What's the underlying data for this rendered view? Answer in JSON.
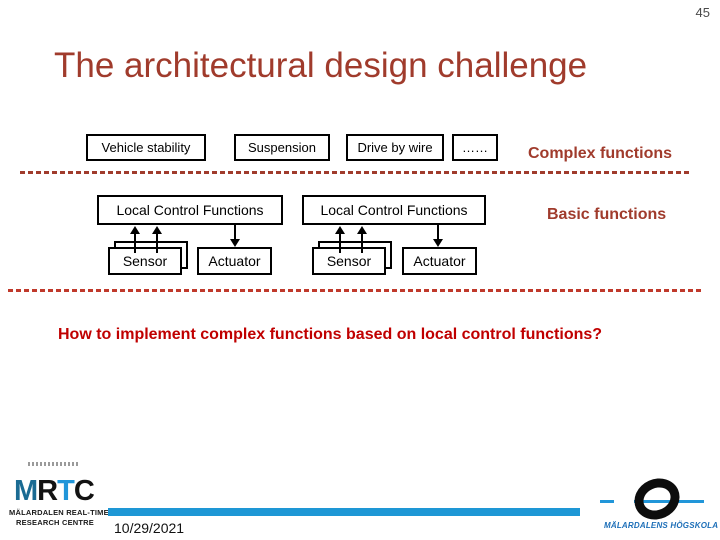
{
  "page_number": "45",
  "title": "The architectural design challenge",
  "diagram": {
    "complex_boxes": [
      "Vehicle stability",
      "Suspension",
      "Drive by wire",
      "……"
    ],
    "complex_label": "Complex functions",
    "basic_label": "Basic functions",
    "lcf_label": "Local Control Functions",
    "sensor_label": "Sensor",
    "actuator_label": "Actuator"
  },
  "question": "How to implement complex functions based on local control functions?",
  "footer": {
    "date": "10/29/2021",
    "mrtc": {
      "letters": [
        "M",
        "R",
        "T",
        "C"
      ],
      "line1": "MÄLARDALEN REAL-TIME",
      "line2": "RESEARCH CENTRE"
    },
    "mdh": {
      "name": "MÄLARDALENS HÖGSKOLA"
    }
  },
  "colors": {
    "title_red": "#A03B2C",
    "question_red": "#C00000",
    "dash_top": "#A03B2C",
    "dash_bottom": "#C0392B",
    "footer_bar_blue": "#1E97D5",
    "mrtc_blue_dark": "#1A6B93",
    "mrtc_blue": "#2196D9",
    "mdh_blue": "#1D6FB8",
    "box_border": "#000000"
  }
}
